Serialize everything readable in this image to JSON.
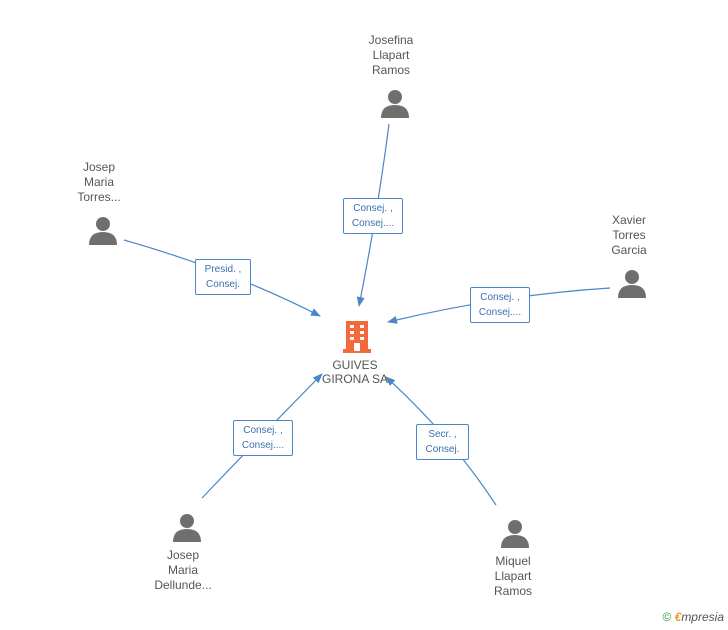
{
  "colors": {
    "edge": "#4a86c8",
    "person": "#6f6f6f",
    "company": "#f26a3c",
    "label_text": "#555555"
  },
  "company": {
    "name_line1": "GUIVES",
    "name_line2": "GIRONA SA",
    "icon": "building-icon"
  },
  "people": [
    {
      "id": "josefina",
      "lines": [
        "Josefina",
        "Llapart",
        "Ramos"
      ],
      "role_lines": [
        "Consej. ,",
        "Consej...."
      ]
    },
    {
      "id": "josep-torres",
      "lines": [
        "Josep",
        "Maria",
        "Torres..."
      ],
      "role_lines": [
        "Presid. ,",
        "Consej."
      ]
    },
    {
      "id": "xavier",
      "lines": [
        "Xavier",
        "Torres",
        "Garcia"
      ],
      "role_lines": [
        "Consej. ,",
        "Consej...."
      ]
    },
    {
      "id": "josep-dellunde",
      "lines": [
        "Josep",
        "Maria",
        "Dellunde..."
      ],
      "role_lines": [
        "Consej. ,",
        "Consej...."
      ]
    },
    {
      "id": "miquel",
      "lines": [
        "Miquel",
        "Llapart",
        "Ramos"
      ],
      "role_lines": [
        "Secr. ,",
        "Consej."
      ]
    }
  ],
  "watermark": {
    "copyright": "©",
    "brand_first": "€",
    "brand_rest": "mpresia"
  }
}
